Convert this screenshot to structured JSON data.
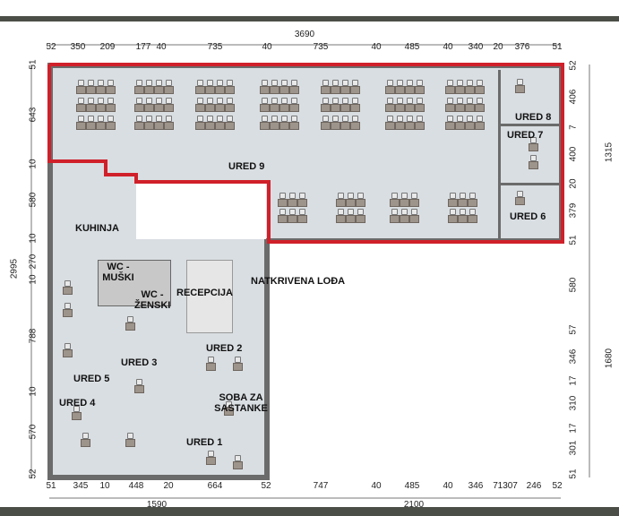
{
  "dimensions": {
    "top_total": "3690",
    "top": [
      "52",
      "350",
      "209",
      "177",
      "40",
      "735",
      "40",
      "735",
      "40",
      "485",
      "40",
      "340",
      "20",
      "376",
      "51"
    ],
    "bottom": [
      "51",
      "345",
      "10",
      "448",
      "20",
      "664",
      "52",
      "747",
      "40",
      "485",
      "40",
      "346",
      "7",
      "130",
      "7",
      "246",
      "52"
    ],
    "bottom_totals": [
      "1590",
      "2100"
    ],
    "left_total": "2995",
    "left": [
      "51",
      "643",
      "10",
      "580",
      "10",
      "270",
      "10",
      "788",
      "10",
      "570",
      "52"
    ],
    "right": [
      "52",
      "406",
      "7",
      "400",
      "20",
      "379",
      "51",
      "580",
      "57",
      "346",
      "17",
      "310",
      "17",
      "301",
      "51"
    ],
    "right_totals": [
      "1315",
      "1680"
    ]
  },
  "rooms": [
    {
      "name": "ured-9",
      "label": "URED 9"
    },
    {
      "name": "ured-8",
      "label": "URED 8"
    },
    {
      "name": "ured-7",
      "label": "URED 7"
    },
    {
      "name": "ured-6",
      "label": "URED 6"
    },
    {
      "name": "kuhinja",
      "label": "KUHINJA"
    },
    {
      "name": "wc-muski",
      "label": "WC - MUŠKI"
    },
    {
      "name": "wc-zenski",
      "label": "WC - ŽENSKI"
    },
    {
      "name": "recepcija",
      "label": "RECEPCIJA"
    },
    {
      "name": "natkrivena-loda",
      "label": "NATKRIVENA LOĐA"
    },
    {
      "name": "ured-2",
      "label": "URED 2"
    },
    {
      "name": "ured-3",
      "label": "URED 3"
    },
    {
      "name": "ured-5",
      "label": "URED 5"
    },
    {
      "name": "ured-4",
      "label": "URED 4"
    },
    {
      "name": "soba-za-sastanke",
      "label": "SOBA ZA SASTANKE"
    },
    {
      "name": "ured-1",
      "label": "URED 1"
    }
  ],
  "colors": {
    "highlight": "#d0202a",
    "floor": "#d9dee2",
    "wall": "#6b6b6b",
    "frame": "#4b4e47"
  }
}
